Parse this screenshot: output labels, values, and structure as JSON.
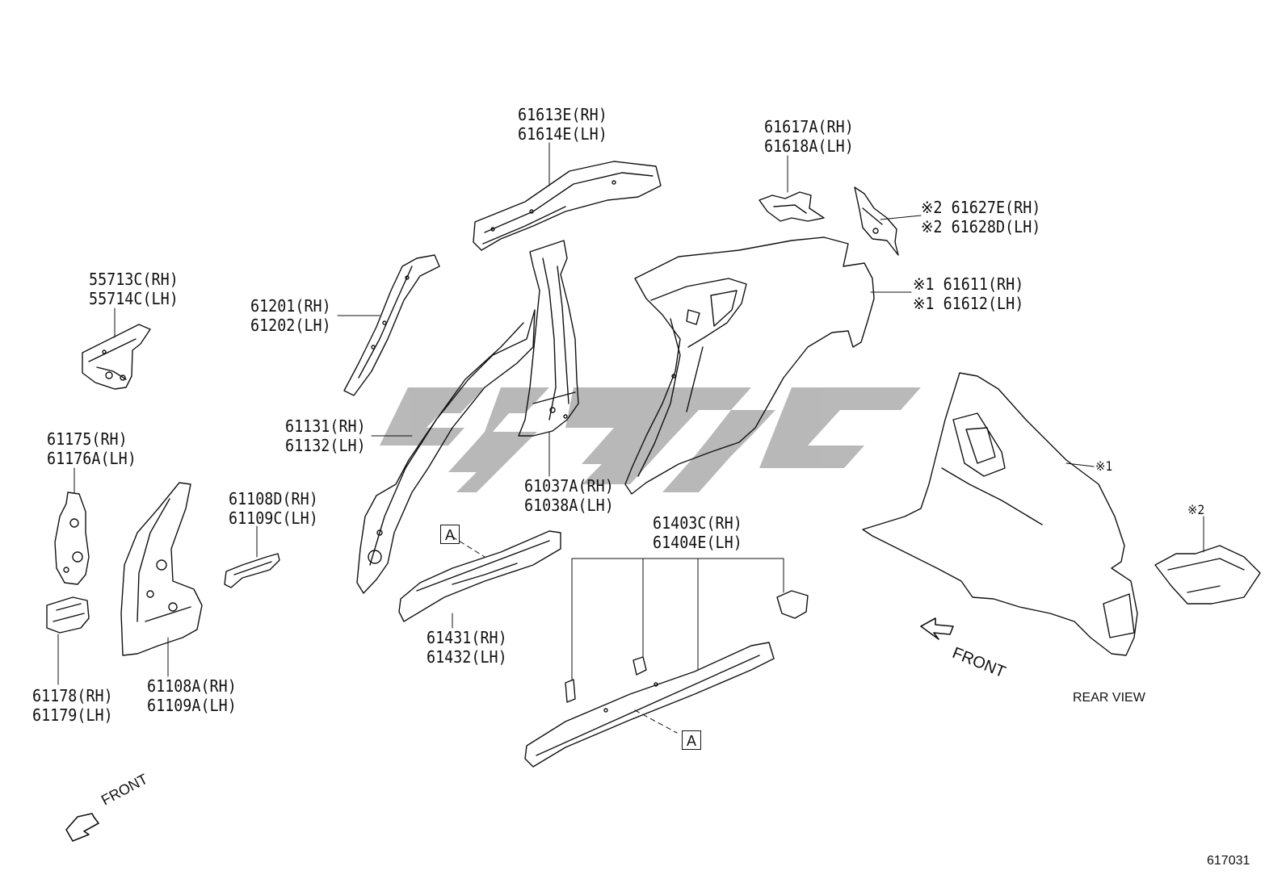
{
  "diagram_id": "617031",
  "view_label": "REAR VIEW",
  "front_label": "FRONT",
  "marker_a": "A",
  "markers": {
    "m1": "※1",
    "m2": "※2"
  },
  "watermark_color": "#b3b3b3",
  "parts": [
    {
      "id": "p55713",
      "lines": [
        "55713C(RH)",
        "55714C(LH)"
      ]
    },
    {
      "id": "p61613",
      "lines": [
        "61613E(RH)",
        "61614E(LH)"
      ]
    },
    {
      "id": "p61617",
      "lines": [
        "61617A(RH)",
        "61618A(LH)"
      ]
    },
    {
      "id": "p61627",
      "lines": [
        "※2 61627E(RH)",
        "※2 61628D(LH)"
      ]
    },
    {
      "id": "p61611",
      "lines": [
        "※1 61611(RH)",
        "※1 61612(LH)"
      ]
    },
    {
      "id": "p61201",
      "lines": [
        "61201(RH)",
        "61202(LH)"
      ]
    },
    {
      "id": "p61131",
      "lines": [
        "61131(RH)",
        "61132(LH)"
      ]
    },
    {
      "id": "p61175",
      "lines": [
        "61175(RH)",
        "61176A(LH)"
      ]
    },
    {
      "id": "p61108d",
      "lines": [
        "61108D(RH)",
        "61109C(LH)"
      ]
    },
    {
      "id": "p61037",
      "lines": [
        "61037A(RH)",
        "61038A(LH)"
      ]
    },
    {
      "id": "p61403",
      "lines": [
        "61403C(RH)",
        "61404E(LH)"
      ]
    },
    {
      "id": "p61431",
      "lines": [
        "61431(RH)",
        "61432(LH)"
      ]
    },
    {
      "id": "p61178",
      "lines": [
        "61178(RH)",
        "61179(LH)"
      ]
    },
    {
      "id": "p61108a",
      "lines": [
        "61108A(RH)",
        "61109A(LH)"
      ]
    }
  ]
}
